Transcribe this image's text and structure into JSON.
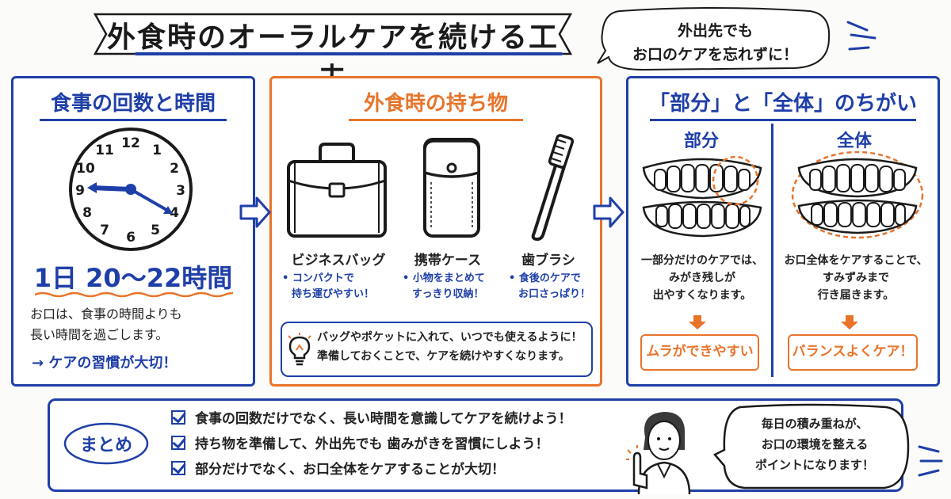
{
  "title": "外食時のオーラルケアを続ける工夫",
  "speech_top": [
    "外出先でも",
    "お口のケアを忘れずに！"
  ],
  "meal_panel": {
    "heading": "食事の回数と時間",
    "clock_numbers": [
      "12",
      "1",
      "2",
      "3",
      "4",
      "5",
      "6",
      "7",
      "8",
      "9",
      "10",
      "11"
    ],
    "hours": "1日 20～22時間",
    "desc_line1": "お口は、食事の時間よりも",
    "desc_line2": "長い時間を過ごします。",
    "habit": "→ ケアの習慣が大切！"
  },
  "items_panel": {
    "heading": "外食時の持ち物",
    "items": [
      {
        "label": "ビジネスバッグ",
        "note1": "• コンパクトで",
        "note2": "持ち運びやすい！",
        "icon": "briefcase-icon"
      },
      {
        "label": "携帯ケース",
        "note1": "• 小物をまとめて",
        "note2": "すっきり収納！",
        "icon": "pouch-icon"
      },
      {
        "label": "歯ブラシ",
        "note1": "• 食後のケアで",
        "note2": "お口さっぱり！",
        "icon": "toothbrush-icon"
      }
    ],
    "tip_line1": "バッグやポケットに入れて、いつでも使えるように！",
    "tip_line2": "準備しておくことで、ケアを続けやすくなります。"
  },
  "compare_panel": {
    "heading": "「部分」と「全体」のちがい",
    "left": {
      "title": "部分",
      "desc1": "一部分だけのケアでは、",
      "desc2": "みがき残しが",
      "desc3": "出やすくなります。",
      "result": "ムラができやすい"
    },
    "right": {
      "title": "全体",
      "desc1": "お口全体をケアすることで、",
      "desc2": "すみずみまで",
      "desc3": "行き届きます。",
      "result": "バランスよくケア！"
    }
  },
  "summary": {
    "label": "まとめ",
    "items": [
      "食事の回数だけでなく、長い時間を意識してケアを続けよう！",
      "持ち物を準備して、外出先でも 歯みがきを習慣にしよう！",
      "部分だけでなく、お口全体をケアすることが大切！"
    ],
    "bubble": [
      "毎日の積み重ねが、",
      "お口の環境を整える",
      "ポイントになります！"
    ]
  },
  "colors": {
    "accent_blue": "#1f3fa8",
    "accent_orange": "#e8742a"
  }
}
